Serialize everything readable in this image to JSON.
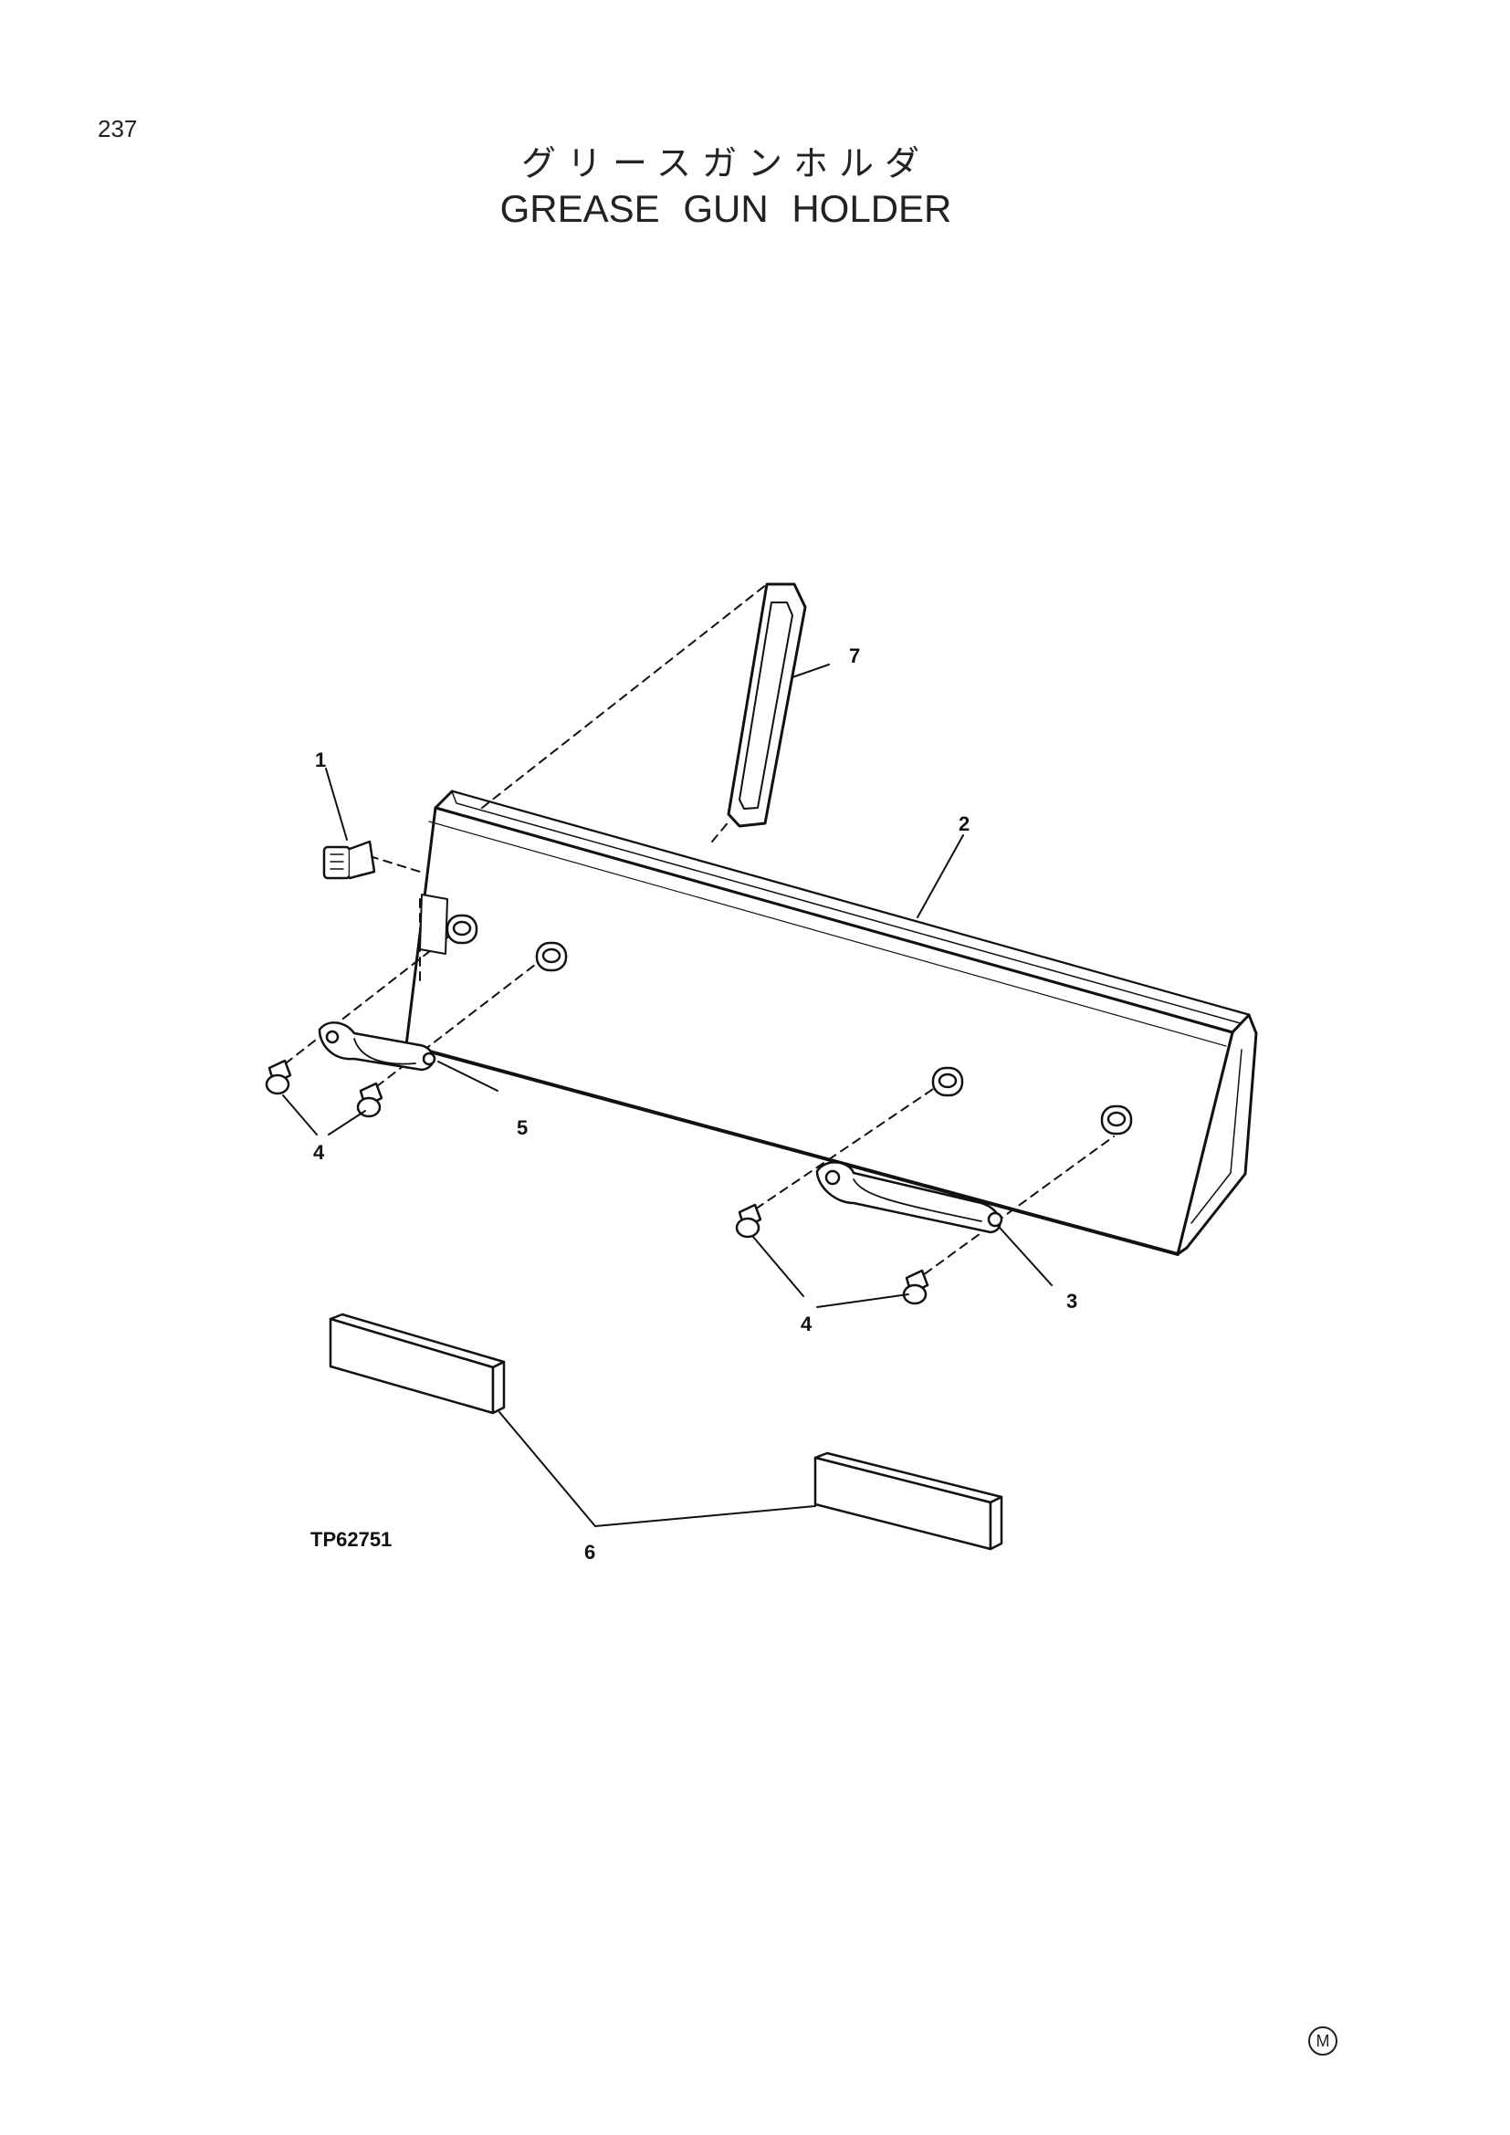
{
  "header": {
    "page_number": "237",
    "title_jp": "グリースガンホルダ",
    "title_en": "GREASE GUN HOLDER"
  },
  "diagram": {
    "figure_ref": "TP62751",
    "callouts": [
      "1",
      "2",
      "3",
      "4",
      "4",
      "5",
      "6",
      "7"
    ]
  },
  "footer": {
    "mark": "M"
  }
}
